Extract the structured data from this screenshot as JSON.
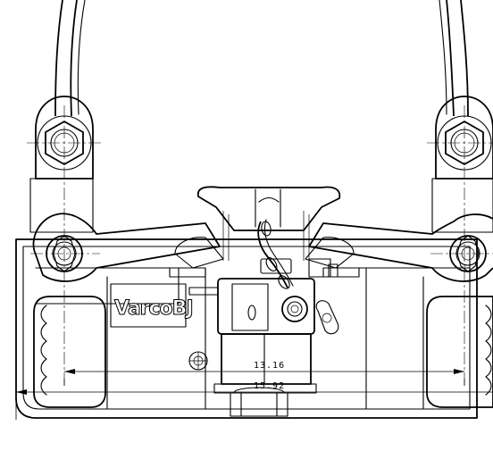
{
  "brand": {
    "logo_text": "VarcoBJ"
  },
  "dimensions": {
    "inner_span": "13.16",
    "outer_span": "15.92"
  }
}
